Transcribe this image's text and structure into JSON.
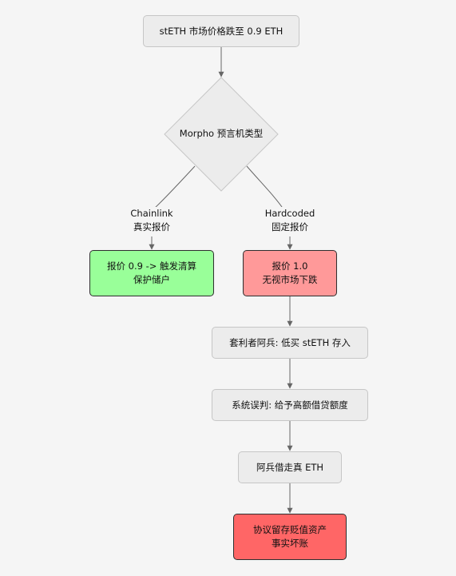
{
  "nodes": {
    "start": "stETH 市场价格跌至 0.9 ETH",
    "decision": "Morpho 预言机类型",
    "chainlink_line1": "报价 0.9 -> 触发清算",
    "chainlink_line2": "保护储户",
    "hardcoded_line1": "报价 1.0",
    "hardcoded_line2": "无视市场下跌",
    "arb": "套利者阿兵: 低买 stETH 存入",
    "misjudge": "系统误判: 给予高额借贷额度",
    "borrow": "阿兵借走真 ETH",
    "baddebt_line1": "协议留存贬值资产",
    "baddebt_line2": "事实坏账"
  },
  "edges": {
    "chainlink_line1": "Chainlink",
    "chainlink_line2": "真实报价",
    "hardcoded_line1": "Hardcoded",
    "hardcoded_line2": "固定报价"
  },
  "colors": {
    "background": "#f5f5f5",
    "default_node": "#ececec",
    "chainlink_node": "#99ff99",
    "hardcoded_node": "#ff9999",
    "baddebt_node": "#ff6666",
    "edge": "#666666"
  }
}
